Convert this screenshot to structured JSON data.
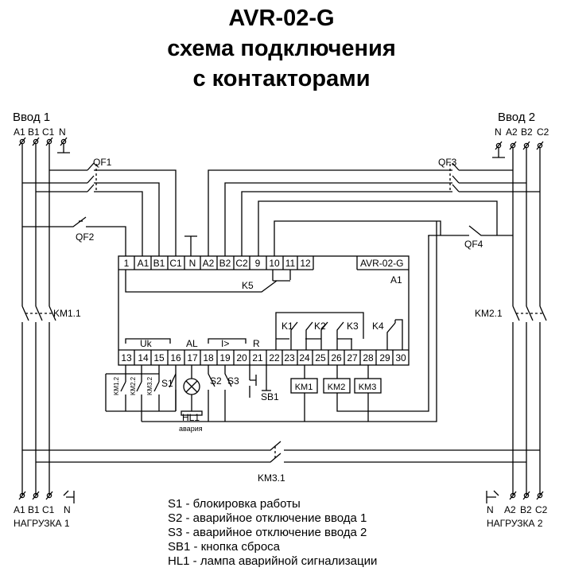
{
  "title": {
    "line1": "AVR-02-G",
    "line2": "схема подключения",
    "line3": "с контакторами"
  },
  "input1": {
    "label": "Ввод 1",
    "phases": [
      "A1",
      "B1",
      "C1",
      "N"
    ]
  },
  "input2": {
    "label": "Ввод 2",
    "phases": [
      "N",
      "A2",
      "B2",
      "C2"
    ]
  },
  "load1": {
    "label": "НАГРУЗКА 1",
    "phases": [
      "A1",
      "B1",
      "C1",
      "N"
    ]
  },
  "load2": {
    "label": "НАГРУЗКА 2",
    "phases": [
      "N",
      "A2",
      "B2",
      "C2"
    ]
  },
  "breakers": {
    "qf1": "QF1",
    "qf2": "QF2",
    "qf3": "QF3",
    "qf4": "QF4"
  },
  "contactor_contacts": {
    "km11": "KM1.1",
    "km21": "KM2.1",
    "km31": "KM3.1"
  },
  "device": {
    "name": "AVR-02-G",
    "ref": "A1",
    "top_terminals": [
      "1",
      "A1",
      "B1",
      "C1",
      "N",
      "A2",
      "B2",
      "C2",
      "9",
      "10",
      "11",
      "12"
    ],
    "bottom_terminals": [
      "13",
      "14",
      "15",
      "16",
      "17",
      "18",
      "19",
      "20",
      "21",
      "22",
      "23",
      "24",
      "25",
      "26",
      "27",
      "28",
      "29",
      "30"
    ],
    "internal_relay": "K5",
    "group_labels": {
      "uk": "Uk",
      "al": "AL",
      "i": "I>",
      "r": "R"
    },
    "relays": [
      "K1",
      "K2",
      "K3",
      "K4"
    ]
  },
  "coils": [
    "KM1",
    "KM2",
    "KM3"
  ],
  "aux_contacts": [
    "KM1.2",
    "KM2.2",
    "KM3.2"
  ],
  "components": {
    "s1": "S1",
    "s2": "S2",
    "s3": "S3",
    "sb1": "SB1",
    "hl1": "HL1",
    "hl1_note": "авария"
  },
  "legend": [
    "S1 - блокировка работы",
    "S2 - аварийное отключение ввода 1",
    "S3 - аварийное отключение ввода 2",
    "SB1 - кнопка сброса",
    "HL1 - лампа аварийной сигнализации"
  ]
}
